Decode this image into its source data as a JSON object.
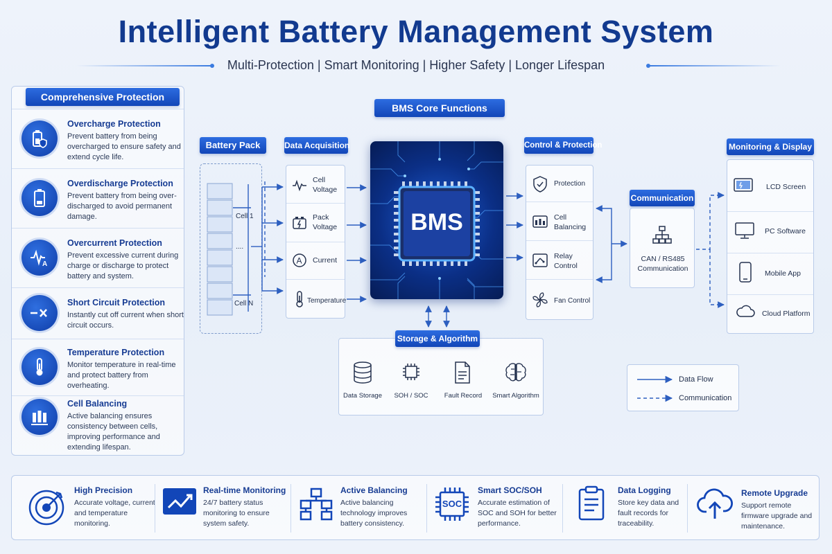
{
  "header": {
    "title": "Intelligent Battery Management System",
    "subtitle": "Multi-Protection | Smart Monitoring | Higher Safety | Longer Lifespan"
  },
  "protection": {
    "heading": "Comprehensive Protection",
    "items": [
      {
        "icon": "battery-shield-icon",
        "title": "Overcharge Protection",
        "desc": "Prevent battery from being overcharged to ensure safety and extend cycle life."
      },
      {
        "icon": "battery-low-icon",
        "title": "Overdischarge Protection",
        "desc": "Prevent battery from being over-discharged to avoid permanent damage."
      },
      {
        "icon": "pulse-current-icon",
        "title": "Overcurrent Protection",
        "desc": "Prevent excessive current during charge or discharge to protect battery and system."
      },
      {
        "icon": "short-circuit-icon",
        "title": "Short Circuit Protection",
        "desc": "Instantly cut off current when short circuit occurs."
      },
      {
        "icon": "thermometer-icon",
        "title": "Temperature Protection",
        "desc": "Monitor temperature in real-time and protect battery from overheating."
      },
      {
        "icon": "cell-balance-icon",
        "title": "Cell Balancing",
        "desc": "Active balancing ensures consistency between cells, improving performance and extending lifespan."
      }
    ]
  },
  "core": {
    "heading": "BMS Core Functions",
    "battery_pack": {
      "heading": "Battery Pack",
      "cell_first": "Cell 1",
      "ellipsis": "....",
      "cell_last": "Cell N"
    },
    "acquisition": {
      "heading": "Data Acquisition",
      "items": [
        {
          "icon": "voltage-wave-icon",
          "label": "Cell Voltage"
        },
        {
          "icon": "pack-voltage-icon",
          "label": "Pack Voltage"
        },
        {
          "icon": "ammeter-icon",
          "label": "Current"
        },
        {
          "icon": "thermometer-icon",
          "label": "Temperature"
        }
      ]
    },
    "chip_label": "BMS",
    "control": {
      "heading": "Control & Protection",
      "items": [
        {
          "icon": "shield-check-icon",
          "label": "Protection"
        },
        {
          "icon": "cell-balancing-icon",
          "label": "Cell Balancing"
        },
        {
          "icon": "relay-icon",
          "label": "Relay Control"
        },
        {
          "icon": "fan-icon",
          "label": "Fan Control"
        }
      ]
    },
    "communication": {
      "heading": "Communication",
      "label": "CAN / RS485 Communication"
    },
    "monitoring": {
      "heading": "Monitoring & Display",
      "items": [
        {
          "icon": "lcd-screen-icon",
          "label": "LCD Screen"
        },
        {
          "icon": "monitor-icon",
          "label": "PC Software"
        },
        {
          "icon": "smartphone-icon",
          "label": "Mobile App"
        },
        {
          "icon": "cloud-icon",
          "label": "Cloud Platform"
        }
      ]
    },
    "storage": {
      "heading": "Storage & Algorithm",
      "items": [
        {
          "icon": "database-icon",
          "label": "Data Storage"
        },
        {
          "icon": "chip-icon",
          "label": "SOH / SOC"
        },
        {
          "icon": "document-icon",
          "label": "Fault Record"
        },
        {
          "icon": "brain-icon",
          "label": "Smart Algorithm"
        }
      ]
    },
    "legend": {
      "data_flow": "Data Flow",
      "communication": "Communication"
    }
  },
  "features": [
    {
      "icon": "target-icon",
      "title": "High Precision",
      "desc": "Accurate voltage, current and temperature monitoring."
    },
    {
      "icon": "trend-chart-icon",
      "title": "Real-time Monitoring",
      "desc": "24/7 battery status monitoring to ensure system safety."
    },
    {
      "icon": "hierarchy-icon",
      "title": "Active Balancing",
      "desc": "Active balancing technology improves battery consistency."
    },
    {
      "icon": "soc-chip-icon",
      "title": "Smart SOC/SOH",
      "chip_text": "SOC",
      "desc": "Accurate estimation of SOC and SOH for better performance."
    },
    {
      "icon": "clipboard-icon",
      "title": "Data Logging",
      "desc": "Store key data and fault records for traceability."
    },
    {
      "icon": "cloud-upload-icon",
      "title": "Remote Upgrade",
      "desc": "Support remote firmware upgrade and maintenance."
    }
  ],
  "colors": {
    "primary": "#1246b8",
    "accent": "#2d6ce0",
    "title": "#123a8f",
    "chip_glow": "#5ab0ff"
  }
}
